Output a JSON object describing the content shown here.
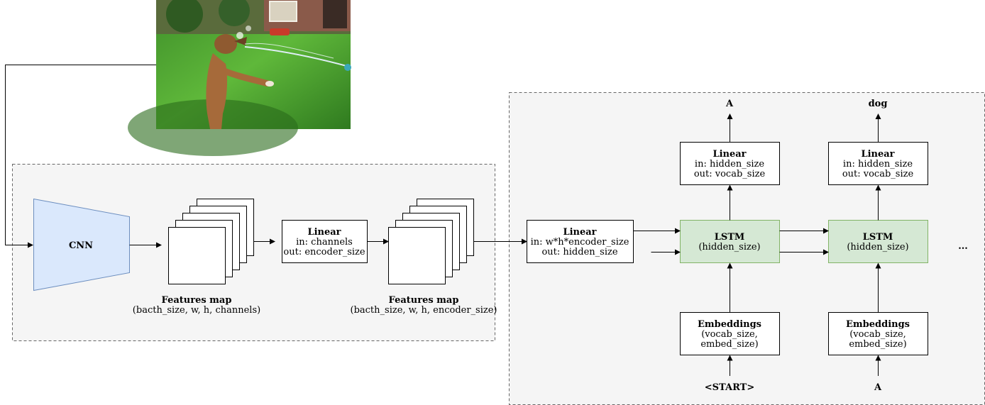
{
  "input_image": {
    "subject": "dog jumping at water hose spray on grass lawn"
  },
  "colors": {
    "region_fill": "#f5f5f5",
    "cnn_fill": "#dae8fc",
    "cnn_stroke": "#6c8ebf",
    "lstm_fill": "#d5e8d4",
    "lstm_stroke": "#82b366"
  },
  "encoder": {
    "cnn_label": "CNN",
    "features_map_1": {
      "title": "Features map",
      "shape": "(bacth_size, w, h, channels)"
    },
    "linear": {
      "title": "Linear",
      "in": "in: channels",
      "out": "out: encoder_size"
    },
    "features_map_2": {
      "title": "Features map",
      "shape": "(bacth_size, w, h, encoder_size)"
    }
  },
  "decoder": {
    "init_linear": {
      "title": "Linear",
      "in": "in: w*h*encoder_size",
      "out": "out: hidden_size"
    },
    "steps": [
      {
        "output_word": "A",
        "linear": {
          "title": "Linear",
          "in": "in: hidden_size",
          "out": "out: vocab_size"
        },
        "lstm": {
          "title": "LSTM",
          "param": "(hidden_size)"
        },
        "embeddings": {
          "title": "Embeddings",
          "line1": "(vocab_size,",
          "line2": "embed_size)"
        },
        "input_token": "<START>"
      },
      {
        "output_word": "dog",
        "linear": {
          "title": "Linear",
          "in": "in: hidden_size",
          "out": "out: vocab_size"
        },
        "lstm": {
          "title": "LSTM",
          "param": "(hidden_size)"
        },
        "embeddings": {
          "title": "Embeddings",
          "line1": "(vocab_size,",
          "line2": "embed_size)"
        },
        "input_token": "A"
      }
    ],
    "ellipsis": "..."
  }
}
